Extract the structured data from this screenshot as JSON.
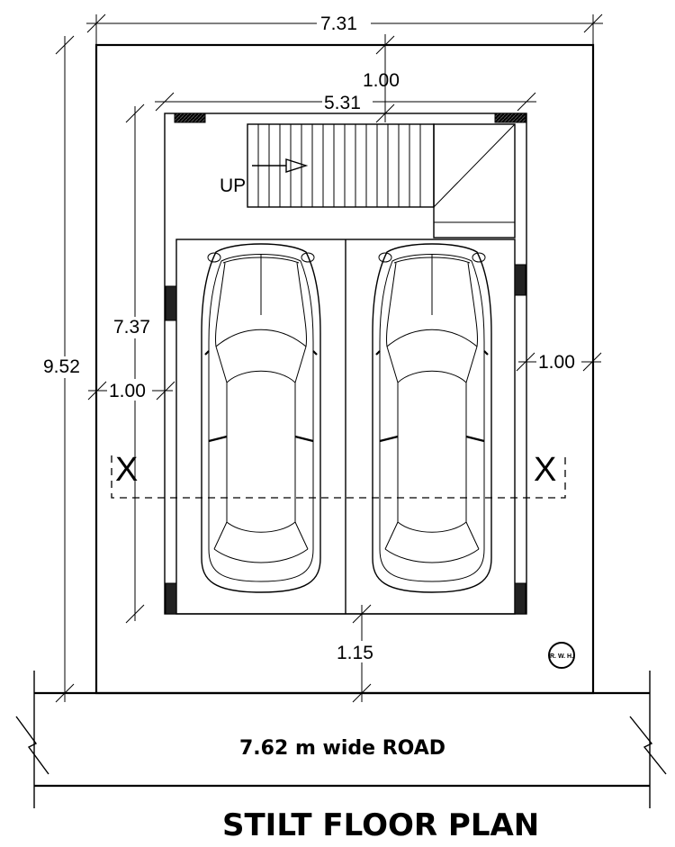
{
  "plan": {
    "title": "STILT FLOOR PLAN",
    "road_label": "7.62 m wide ROAD",
    "dimensions": {
      "plot_width": "7.31",
      "plot_depth": "9.52",
      "building_width": "5.31",
      "building_depth": "7.37",
      "rear_setback": "1.00",
      "left_setback": "1.00",
      "right_setback": "1.00",
      "front_setback": "1.15"
    },
    "stair_label": "UP",
    "section_marker_left": "X",
    "section_marker_right": "X",
    "rwh_label": "R. W. H."
  }
}
